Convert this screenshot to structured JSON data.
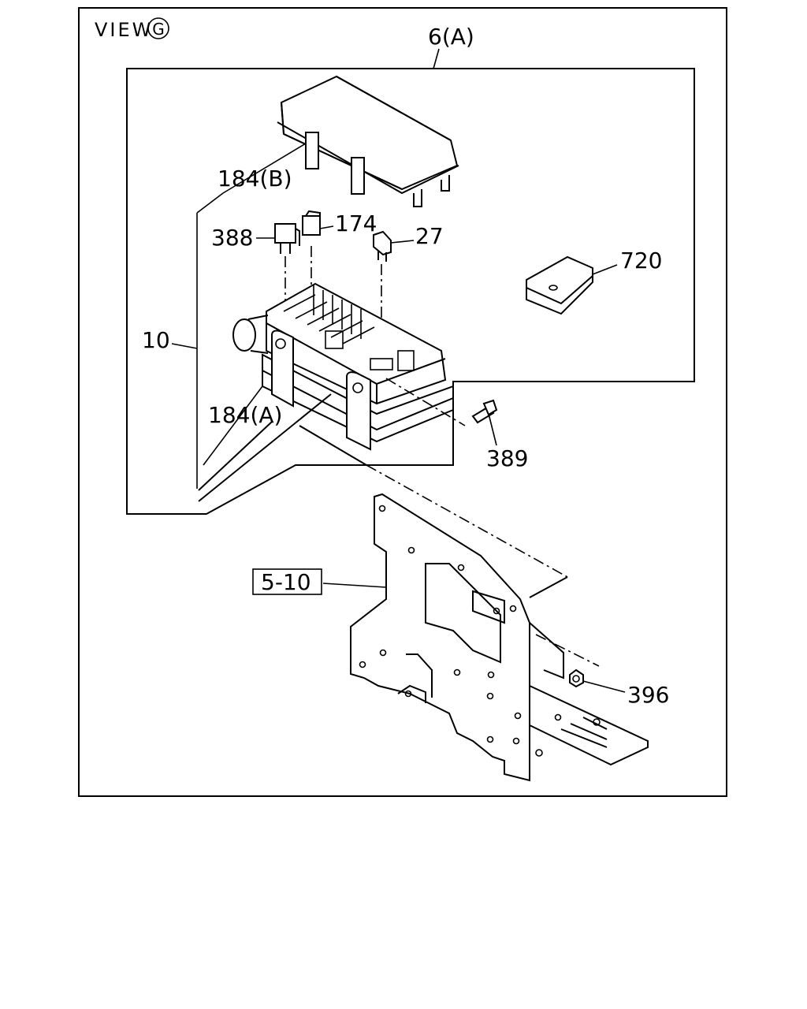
{
  "view": {
    "text": "VIEW",
    "circle_letter": "G"
  },
  "callouts": {
    "assembly": "6(A)",
    "cover_bracket": "184(B)",
    "relay": "388",
    "relay_small": "174",
    "fuse": "27",
    "clip": "720",
    "fuse_box": "10",
    "lower_bracket": "184(A)",
    "bolt": "389",
    "mount_bracket": "5-10",
    "nut": "396"
  }
}
